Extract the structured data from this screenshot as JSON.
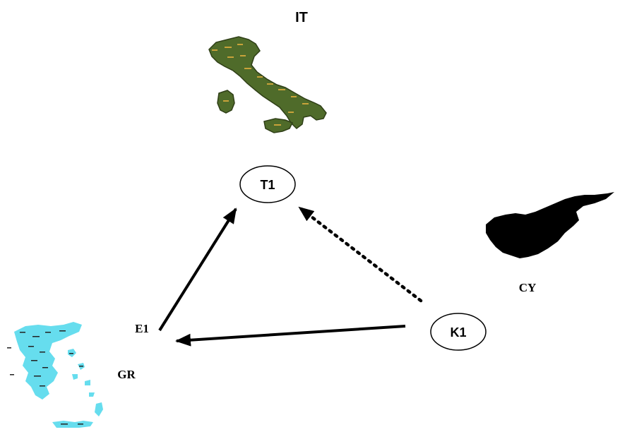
{
  "countries": {
    "italy": {
      "label": "IT",
      "fill": "#4f6b2a",
      "border": "#2f3f17",
      "dots": "#c8a23a"
    },
    "cyprus": {
      "label": "CY",
      "fill": "#000000"
    },
    "greece": {
      "label": "GR",
      "fill": "#66ddee",
      "dots": "#222222"
    }
  },
  "nodes": {
    "t1": {
      "label": "T1"
    },
    "k1": {
      "label": "K1"
    },
    "e1": {
      "label": "E1"
    }
  },
  "edges": [
    {
      "from": "E1",
      "to": "T1",
      "style": "solid"
    },
    {
      "from": "K1",
      "to": "E1",
      "style": "solid"
    },
    {
      "from": "K1",
      "to": "T1",
      "style": "dotted"
    }
  ],
  "colors": {
    "line": "#000000",
    "background": "#ffffff"
  }
}
